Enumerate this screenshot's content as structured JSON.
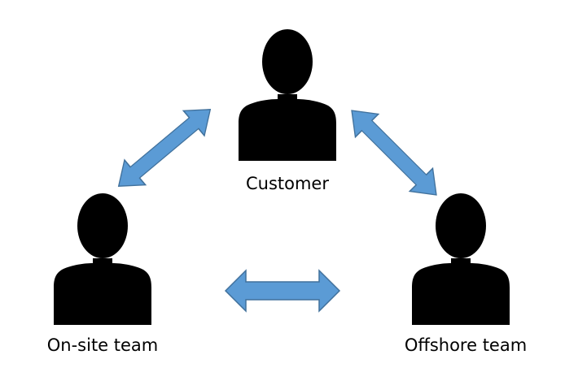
{
  "nodes": {
    "customer": {
      "label": "Customer",
      "icon": "person-icon"
    },
    "onsite": {
      "label": "On-site team",
      "icon": "person-icon"
    },
    "offshore": {
      "label": "Offshore team",
      "icon": "person-icon"
    }
  },
  "edges": [
    {
      "from": "customer",
      "to": "onsite",
      "direction": "bidirectional"
    },
    {
      "from": "customer",
      "to": "offshore",
      "direction": "bidirectional"
    },
    {
      "from": "onsite",
      "to": "offshore",
      "direction": "bidirectional"
    }
  ],
  "colors": {
    "icon": "#000000",
    "arrow_fill": "#5b9bd5",
    "arrow_stroke": "#41719c",
    "background": "#ffffff"
  }
}
